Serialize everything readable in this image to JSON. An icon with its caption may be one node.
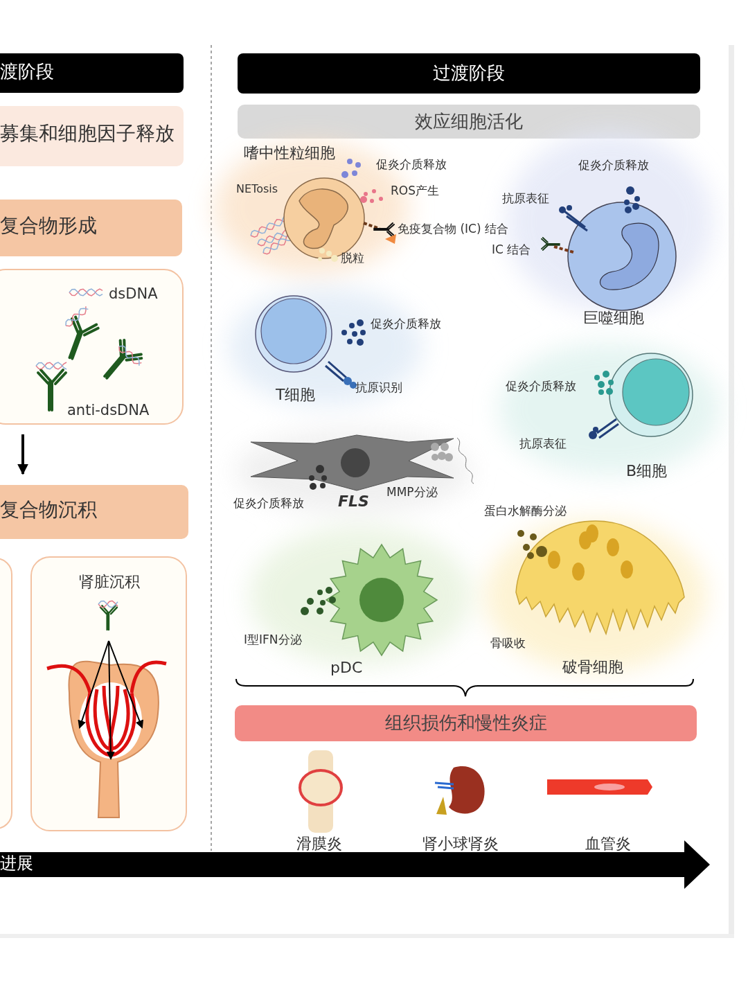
{
  "diagram": {
    "nodes": [
      {
        "text": [
          "渡阶段"
        ]
      },
      {
        "text": [
          "募集和细胞因子释放"
        ]
      },
      {
        "text": [
          "复合物形成"
        ]
      },
      {
        "text": [
          "dsDNA",
          "anti-dsDNA"
        ]
      },
      {
        "text": [
          "复合物沉积"
        ]
      },
      {
        "text": [],
        "shape": "box"
      },
      {
        "text": [
          "肾脏沉积"
        ]
      },
      {
        "text": [
          "过渡阶段"
        ]
      },
      {
        "text": [
          "效应细胞活化"
        ]
      },
      {
        "text": [
          "组织损伤和慢性炎症"
        ]
      },
      {
        "text": [
          "进展"
        ]
      }
    ],
    "edges": [
      {
        "from": 3,
        "to": 4,
        "arrow": "to"
      }
    ],
    "labels": [
      "嗜中性粒细胞",
      "促炎介质释放",
      "NETosis",
      "ROS产生",
      "免疫复合物 (IC) 结合",
      "脱粒",
      "促炎介质释放",
      "抗原表征",
      "IC 结合",
      "巨噬细胞",
      "促炎介质释放",
      "T细胞",
      "抗原识别",
      "促炎介质释放",
      "抗原表征",
      "B细胞",
      "促炎介质释放",
      "FLS",
      "MMP分泌",
      "蛋白水解酶分泌",
      "I型IFN分泌",
      "pDC",
      "骨吸收",
      "破骨细胞",
      "滑膜炎",
      "肾小球肾炎",
      "血管炎"
    ]
  }
}
